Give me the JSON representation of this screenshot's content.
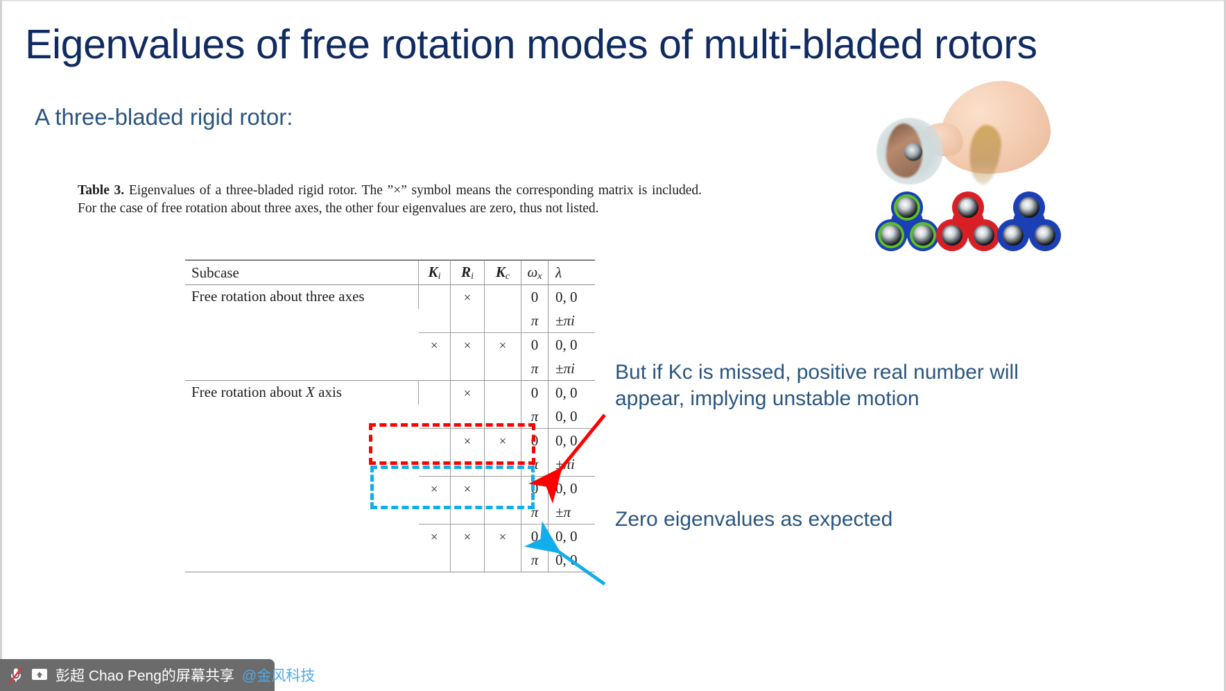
{
  "slide": {
    "title": "Eigenvalues of free rotation modes of multi-bladed rotors",
    "subtitle": "A three-bladed rigid rotor:",
    "title_color": "#0f2b61",
    "accent_color": "#2a5580"
  },
  "table": {
    "caption_label": "Table 3.",
    "caption_text": "Eigenvalues of a three-bladed rigid rotor. The ”×” symbol means the corresponding matrix is included. For the case of free rotation about three axes, the other four eigenvalues are zero, thus not listed.",
    "headers": {
      "subcase": "Subcase",
      "ki": "K",
      "ki_sub": "i",
      "ri": "R",
      "ri_sub": "i",
      "kc": "K",
      "kc_sub": "c",
      "wx": "ω",
      "wx_sub": "x",
      "lambda": "λ"
    },
    "times_symbol": "×",
    "groups": [
      {
        "subcase": "Free rotation about three axes",
        "blocks": [
          {
            "ki": "",
            "ri": "×",
            "kc": "",
            "rows": [
              {
                "wx": "0",
                "lambda": "0, 0"
              },
              {
                "wx": "π",
                "lambda": "±πi"
              }
            ]
          },
          {
            "ki": "×",
            "ri": "×",
            "kc": "×",
            "rows": [
              {
                "wx": "0",
                "lambda": "0, 0"
              },
              {
                "wx": "π",
                "lambda": "±πi"
              }
            ]
          }
        ]
      },
      {
        "subcase": "Free rotation about X axis",
        "blocks": [
          {
            "ki": "",
            "ri": "×",
            "kc": "",
            "rows": [
              {
                "wx": "0",
                "lambda": "0, 0"
              },
              {
                "wx": "π",
                "lambda": "0, 0"
              }
            ]
          },
          {
            "ki": "",
            "ri": "×",
            "kc": "×",
            "rows": [
              {
                "wx": "0",
                "lambda": "0, 0"
              },
              {
                "wx": "π",
                "lambda": "±πi"
              }
            ]
          },
          {
            "ki": "×",
            "ri": "×",
            "kc": "",
            "highlight": "red",
            "rows": [
              {
                "wx": "0",
                "lambda": "0, 0"
              },
              {
                "wx": "π",
                "lambda": "±π"
              }
            ]
          },
          {
            "ki": "×",
            "ri": "×",
            "kc": "×",
            "highlight": "blue",
            "rows": [
              {
                "wx": "0",
                "lambda": "0, 0"
              },
              {
                "wx": "π",
                "lambda": "0, 0"
              }
            ]
          }
        ]
      }
    ]
  },
  "annotations": [
    {
      "id": "unstable-note",
      "text": "But if Kc is missed, positive real number will appear, implying unstable motion",
      "arrow_color": "#fe0000",
      "box_color": "#fe0000"
    },
    {
      "id": "zero-note",
      "text": "Zero eigenvalues as expected",
      "arrow_color": "#12aeeb",
      "box_color": "#12aeeb"
    }
  ],
  "image": {
    "alt_name": "fidget-spinner-photo",
    "spinner_colors": [
      "#1b3fb5",
      "#d81f26",
      "#1b3fb5"
    ],
    "accent_ring": "#5bbf2a"
  },
  "taskbar": {
    "mic_icon": "microphone-muted-icon",
    "share_icon": "screen-share-icon",
    "share_text": "彭超 Chao Peng的屏幕共享",
    "org_text": "@金风科技",
    "bg_color": "#6b6b6b",
    "org_color": "#4ea9e8"
  }
}
